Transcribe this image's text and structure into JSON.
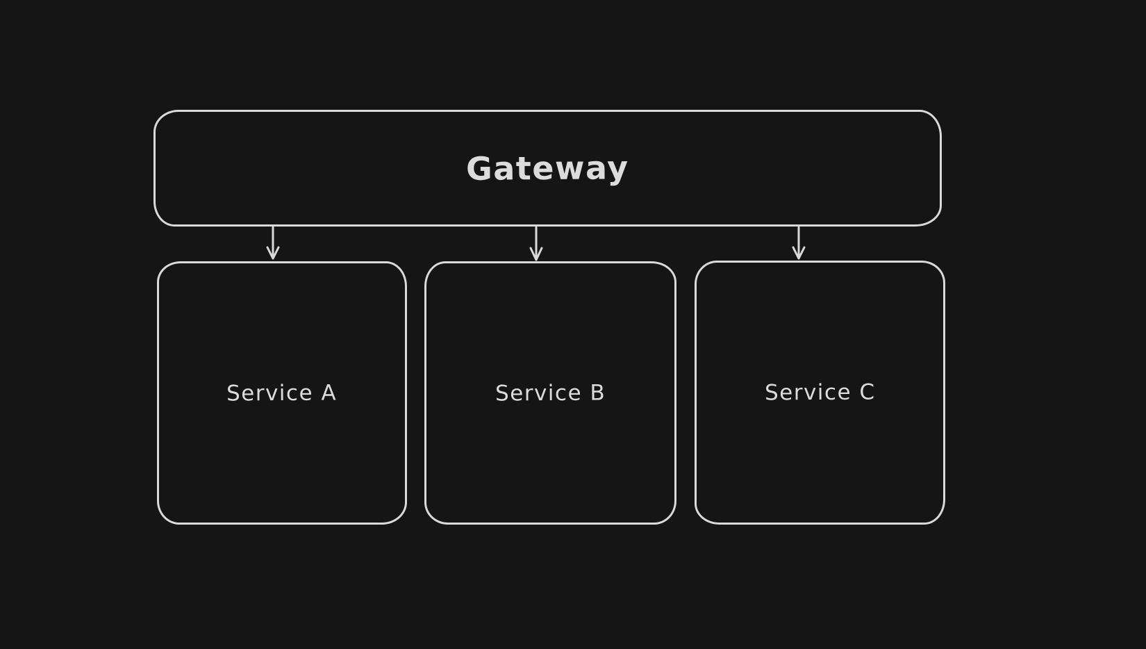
{
  "app": {
    "type": "hand-drawn architecture diagram",
    "theme": "dark"
  },
  "colors": {
    "background": "#151515",
    "stroke": "#d9d9d9",
    "text": "#dcdcdc"
  },
  "diagram": {
    "nodes": {
      "gateway": {
        "label": "Gateway"
      },
      "service_a": {
        "label": "Service A"
      },
      "service_b": {
        "label": "Service B"
      },
      "service_c": {
        "label": "Service C"
      }
    },
    "edges": [
      {
        "from": "Gateway",
        "to": "Service A",
        "style": "arrow-down"
      },
      {
        "from": "Gateway",
        "to": "Service B",
        "style": "arrow-down"
      },
      {
        "from": "Gateway",
        "to": "Service C",
        "style": "arrow-down"
      }
    ]
  }
}
